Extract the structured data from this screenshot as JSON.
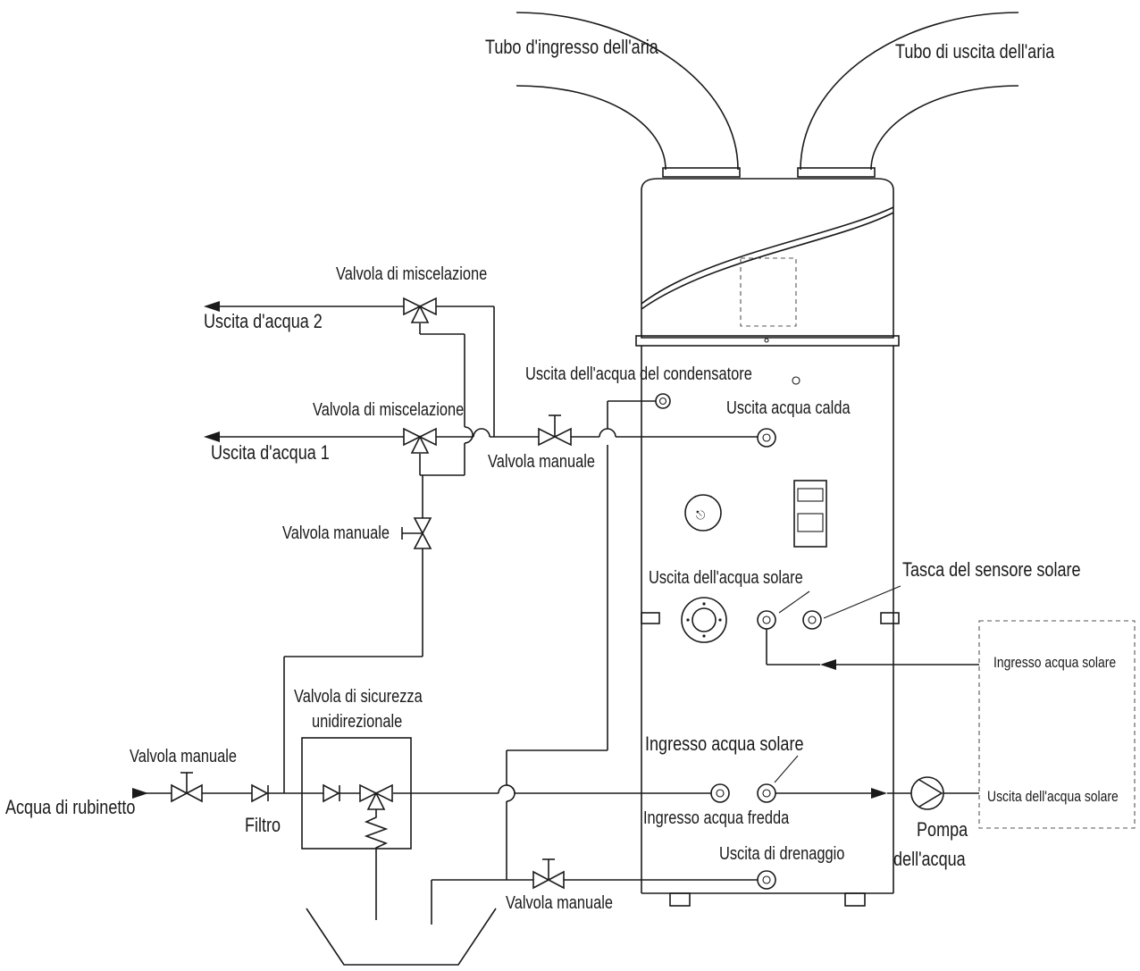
{
  "labels": {
    "tubo_ingresso_aria": "Tubo d'ingresso dell'aria",
    "tubo_uscita_aria": "Tubo di uscita dell'aria",
    "valvola_miscelazione_top": "Valvola di miscelazione",
    "uscita_acqua_2": "Uscita d'acqua 2",
    "uscita_acqua_condensatore": "Uscita dell'acqua del condensatore",
    "uscita_acqua_calda": "Uscita acqua calda",
    "valvola_miscelazione_mid": "Valvola di miscelazione",
    "uscita_acqua_1": "Uscita d'acqua 1",
    "valvola_manuale_hot": "Valvola manuale",
    "valvola_manuale_vertical": "Valvola manuale",
    "uscita_acqua_solare_top": "Uscita dell'acqua solare",
    "tasca_sensore_solare": "Tasca del sensore solare",
    "ingresso_acqua_solare_right": "Ingresso acqua solare",
    "valvola_sicurezza_line1": "Valvola di sicurezza",
    "valvola_sicurezza_line2": "unidirezionale",
    "valvola_manuale_inlet": "Valvola manuale",
    "ingresso_acqua_solare_lower": "Ingresso acqua solare",
    "acqua_di_rubinetto": "Acqua di rubinetto",
    "filtro": "Filtro",
    "ingresso_acqua_fredda": "Ingresso acqua fredda",
    "uscita_acqua_solare_right": "Uscita dell'acqua solare",
    "pompa_line1": "Pompa",
    "pompa_line2": "dell'acqua",
    "uscita_di_drenaggio": "Uscita di drenaggio",
    "valvola_manuale_drain": "Valvola manuale"
  },
  "icons": [
    "mixing-valve-icon",
    "manual-valve-icon",
    "check-valve-icon",
    "pump-icon",
    "pipe-connection-icon",
    "relief-valve-icon"
  ]
}
